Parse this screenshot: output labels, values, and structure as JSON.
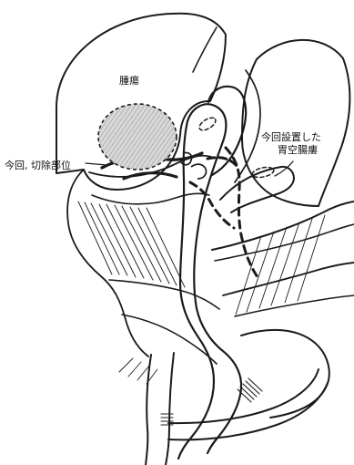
{
  "labels": {
    "tumor": "腫瘍",
    "resection_site": "今回, 切除部位",
    "gastrojejunostomy_line1": "今回設置した",
    "gastrojejunostomy_line2": "胃空腸瘻"
  },
  "colors": {
    "line": "#1b1b1b",
    "background": "#ffffff",
    "tumor_fill": "#d8d8d8"
  }
}
